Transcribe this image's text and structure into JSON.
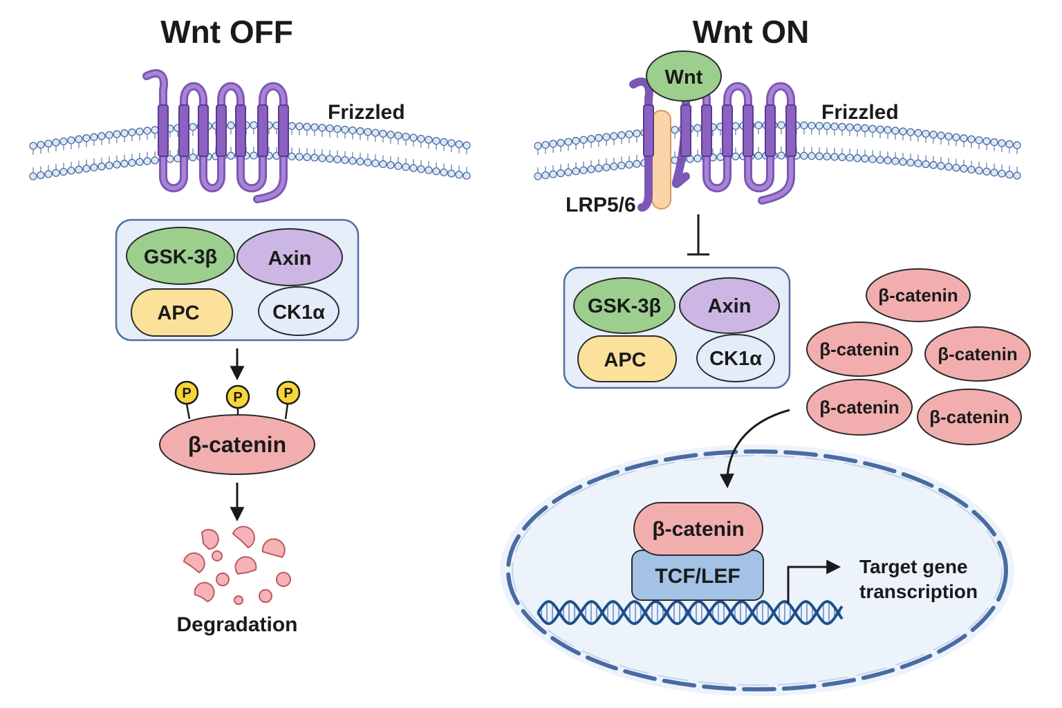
{
  "off_panel": {
    "title": "Wnt OFF",
    "receptor_label": "Frizzled",
    "complex": {
      "gsk": "GSK-3β",
      "axin": "Axin",
      "apc": "APC",
      "ck1": "CK1α"
    },
    "phospho_label": "P",
    "beta_catenin": "β-catenin",
    "degradation_label": "Degradation"
  },
  "on_panel": {
    "title": "Wnt ON",
    "ligand_label": "Wnt",
    "receptor_label": "Frizzled",
    "coreceptor_label": "LRP5/6",
    "complex": {
      "gsk": "GSK-3β",
      "axin": "Axin",
      "apc": "APC",
      "ck1": "CK1α"
    },
    "cytoplasm_beta_catenins": [
      "β-catenin",
      "β-catenin",
      "β-catenin",
      "β-catenin",
      "β-catenin"
    ],
    "nuclear_beta_catenin": "β-catenin",
    "tcf_label": "TCF/LEF",
    "target_line1": "Target gene",
    "target_line2": "transcription"
  },
  "colors": {
    "frizzled": "#9b72c8",
    "frizzled_dark": "#6a44a0",
    "complex_bg": "#e6eef9",
    "complex_border": "#4f6ea4",
    "gsk": "#9ccf8e",
    "axin": "#cbb6e4",
    "apc": "#fbe19a",
    "ck1": "#e3ecf8",
    "beta_catenin": "#f2aeae",
    "phospho": "#f7d63a",
    "lrp": "#fbd5a8",
    "tcf": "#a4c2e6",
    "nucleus_fill": "#edf3fb",
    "nucleus_border": "#4a6aa2",
    "dna": "#1e4f8a",
    "membrane_head": "#dbe7f5"
  }
}
